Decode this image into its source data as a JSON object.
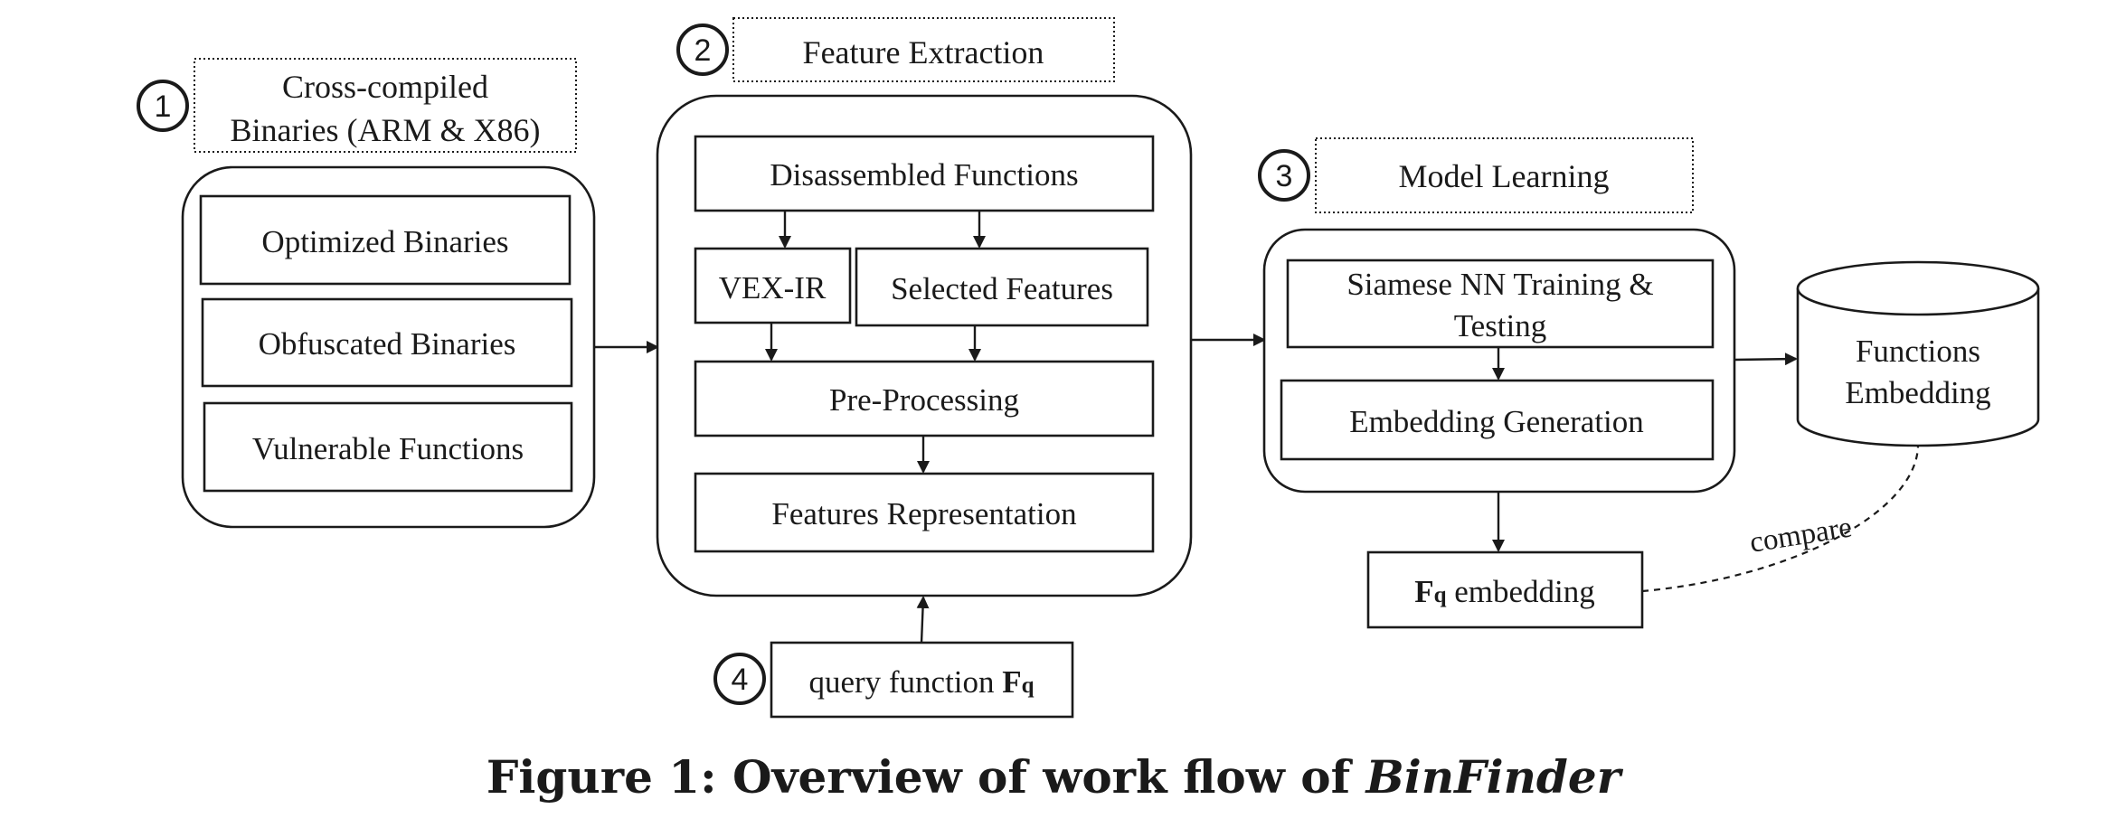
{
  "steps": {
    "s1": {
      "num": "1",
      "title_line1": "Cross-compiled",
      "title_line2": "Binaries (ARM & X86)",
      "items": [
        "Optimized Binaries",
        "Obfuscated Binaries",
        "Vulnerable Functions"
      ]
    },
    "s2": {
      "num": "2",
      "title": "Feature Extraction",
      "disassembled": "Disassembled Functions",
      "vexir": "VEX-IR",
      "selected": "Selected Features",
      "preprocessing": "Pre-Processing",
      "representation": "Features Representation"
    },
    "s3": {
      "num": "3",
      "title": "Model Learning",
      "training_line1": "Siamese NN Training &",
      "training_line2": "Testing",
      "embedding_gen": "Embedding Generation"
    },
    "s4": {
      "num": "4",
      "query_prefix": "query function ",
      "query_symbol": "F",
      "query_sub": "q"
    }
  },
  "db": {
    "line1": "Functions",
    "line2": "Embedding"
  },
  "fq": {
    "symbol": "F",
    "sub": "q",
    "suffix": " embedding"
  },
  "compare_label": "compare",
  "caption": {
    "prefix": "Figure 1: Overview of work flow of ",
    "name": "BinFinder"
  }
}
